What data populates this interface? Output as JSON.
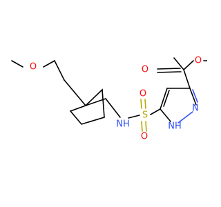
{
  "atoms": {
    "o_methoxy": "O",
    "o_ester_single": "O",
    "o_ester_double": "O",
    "s": "S",
    "o_sulfonyl_top": "O",
    "o_sulfonyl_bottom": "O",
    "nh_sulfonamide": "NH",
    "n_pyrazole": "N",
    "nh_pyrazole": "NH"
  },
  "colors": {
    "carbon": "#000000",
    "oxygen": "#ff0d0d",
    "nitrogen": "#3050f8",
    "sulfur": "#b8a800"
  }
}
